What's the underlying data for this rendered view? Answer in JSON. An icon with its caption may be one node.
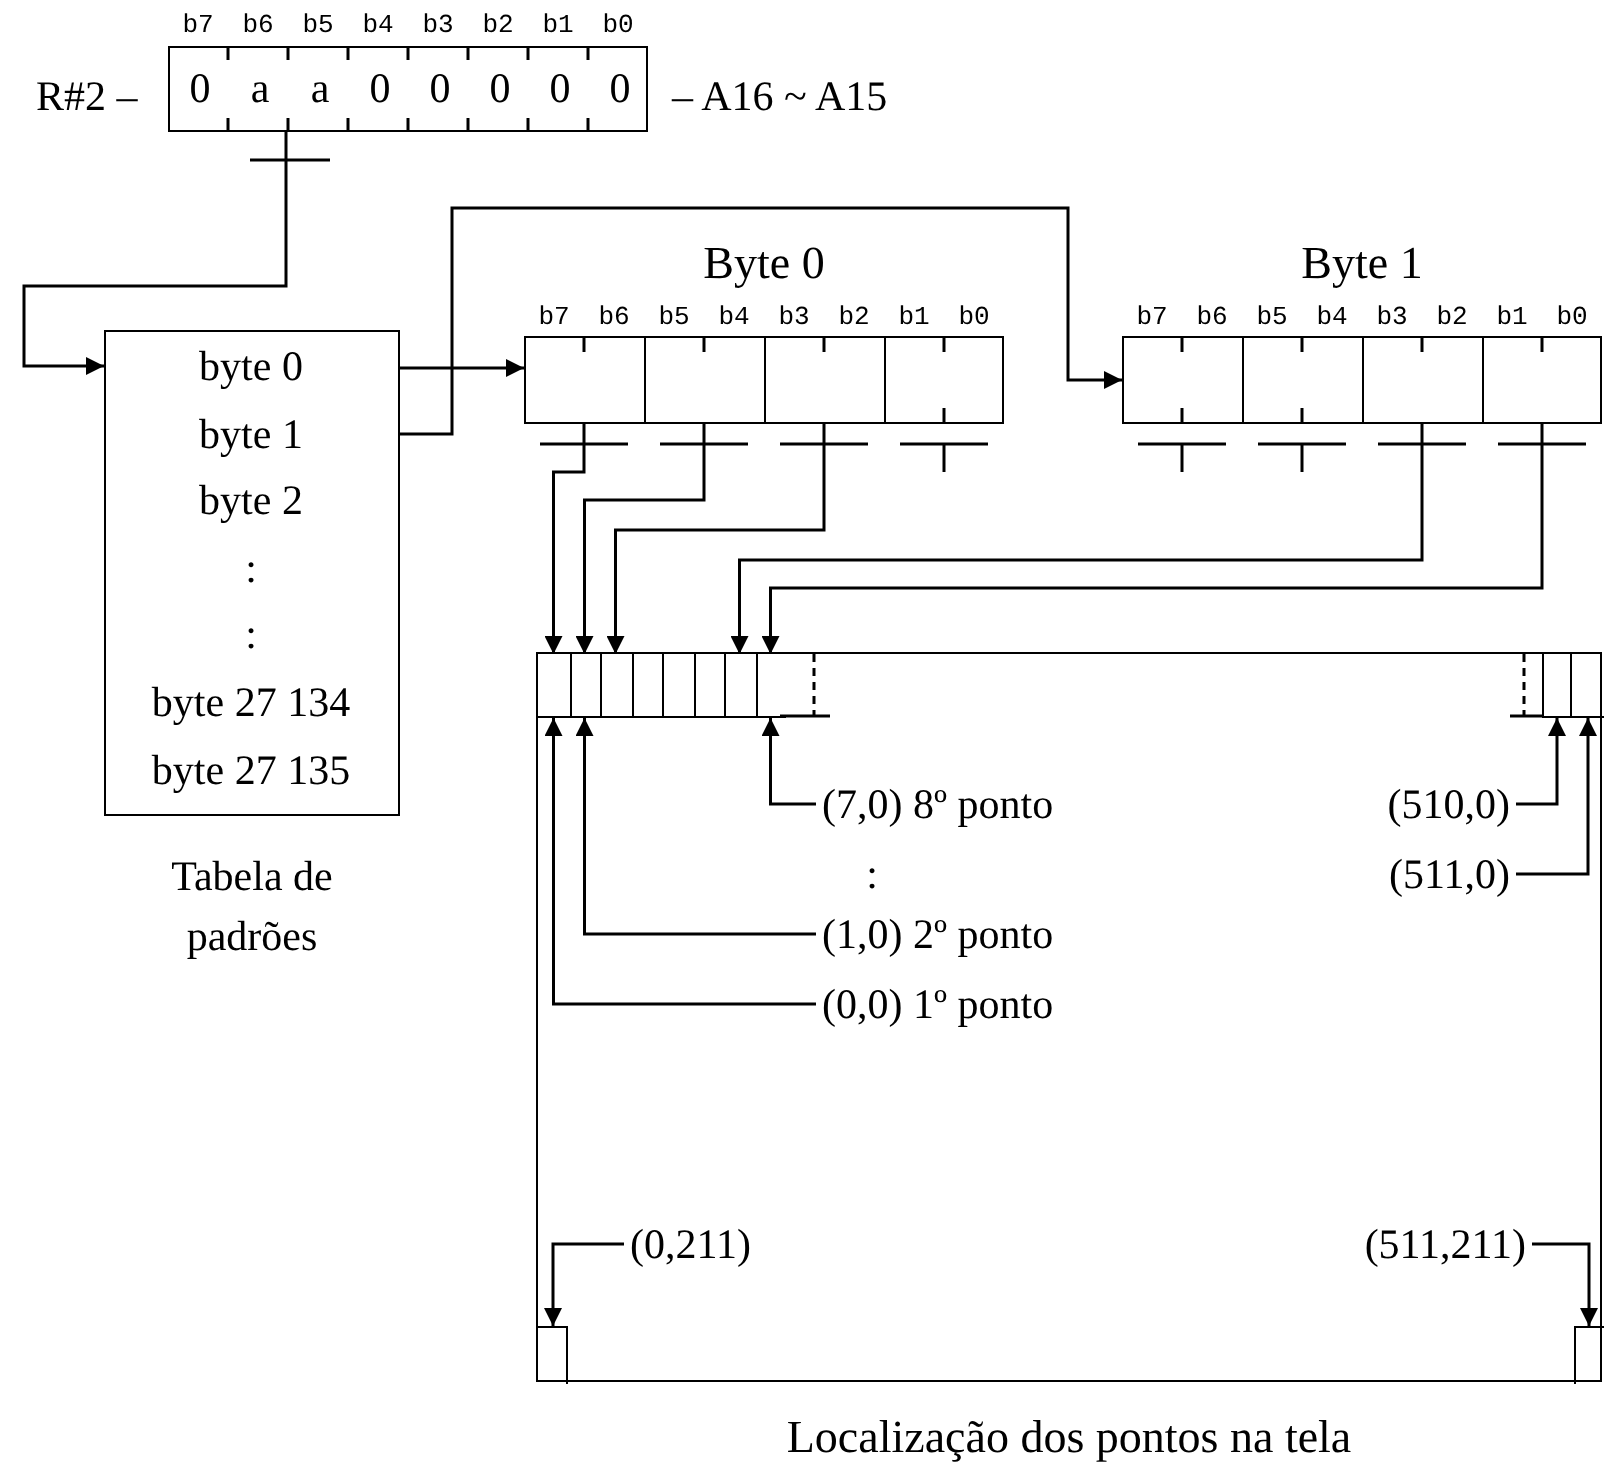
{
  "diagram": {
    "nodes": [
      {
        "text": [
          "0",
          "a",
          "a",
          "0",
          "0",
          "0",
          "0",
          "0"
        ],
        "beside": [
          "b7",
          "b6",
          "b5",
          "b4",
          "b3",
          "b2",
          "b1",
          "b0",
          "R#2 –",
          "– A16 ~ A15"
        ]
      },
      {
        "text": [
          "byte 0",
          "byte 1",
          "byte 2",
          ":",
          ":",
          "byte 27 134",
          "byte 27 135"
        ],
        "beside": [
          "Tabela de padrões"
        ]
      },
      {
        "text": [
          "Byte 0"
        ],
        "beside": [
          "b7",
          "b6",
          "b5",
          "b4",
          "b3",
          "b2",
          "b1",
          "b0"
        ]
      },
      {
        "text": [],
        "shape": "box",
        "in": 2
      },
      {
        "text": [],
        "shape": "box",
        "in": 2
      },
      {
        "text": [],
        "shape": "box",
        "in": 2
      },
      {
        "text": [],
        "shape": "box",
        "in": 2
      },
      {
        "text": [
          "Byte 1"
        ],
        "beside": [
          "b7",
          "b6",
          "b5",
          "b4",
          "b3",
          "b2",
          "b1",
          "b0"
        ]
      },
      {
        "text": [],
        "shape": "box",
        "in": 7
      },
      {
        "text": [],
        "shape": "box",
        "in": 7
      },
      {
        "text": [],
        "shape": "box",
        "in": 7
      },
      {
        "text": [],
        "shape": "box",
        "in": 7
      },
      {
        "text": [],
        "shape": "box",
        "beside": [
          "Localização dos pontos na tela"
        ]
      },
      {
        "text": [],
        "shape": "box",
        "in": 12
      },
      {
        "text": [],
        "shape": "box",
        "in": 12
      },
      {
        "text": [],
        "shape": "box",
        "in": 12
      },
      {
        "text": [],
        "shape": "box",
        "in": 12
      },
      {
        "text": [],
        "shape": "box",
        "in": 12
      },
      {
        "text": [],
        "shape": "box",
        "in": 12
      },
      {
        "text": [],
        "shape": "box",
        "in": 12
      },
      {
        "text": [],
        "shape": "box",
        "in": 12
      },
      {
        "text": [],
        "shape": "box",
        "in": 12
      },
      {
        "text": [],
        "shape": "box",
        "in": 12
      },
      {
        "text": [],
        "shape": "box",
        "in": 12
      },
      {
        "text": [],
        "shape": "box",
        "in": 12
      },
      {
        "text": [
          "(7,0) 8º ponto"
        ],
        "in": 12
      },
      {
        "text": [
          "(1,0) 2º ponto"
        ],
        "in": 12
      },
      {
        "text": [
          "(0,0) 1º ponto"
        ],
        "in": 12
      },
      {
        "text": [
          "(510,0)"
        ],
        "in": 12
      },
      {
        "text": [
          "(511,0)"
        ],
        "in": 12
      },
      {
        "text": [
          "(0,211)"
        ],
        "in": 12
      },
      {
        "text": [
          "(511,211)"
        ],
        "in": 12
      }
    ],
    "edges": [
      {
        "from": 0,
        "to": 1,
        "arrow": "to"
      },
      {
        "from": 1,
        "to": 2,
        "arrow": "to"
      },
      {
        "from": 1,
        "to": 7,
        "arrow": "to"
      },
      {
        "from": 3,
        "to": 13,
        "arrow": "to"
      },
      {
        "from": 4,
        "to": 14,
        "arrow": "to"
      },
      {
        "from": 5,
        "to": 15,
        "arrow": "to"
      },
      {
        "from": 10,
        "to": 19,
        "arrow": "to"
      },
      {
        "from": 11,
        "to": 20,
        "arrow": "to"
      },
      {
        "from": 25,
        "to": 20,
        "arrow": "to"
      },
      {
        "from": 26,
        "to": 14,
        "arrow": "to"
      },
      {
        "from": 27,
        "to": 13,
        "arrow": "to"
      },
      {
        "from": 28,
        "to": 21,
        "arrow": "to"
      },
      {
        "from": 29,
        "to": 22,
        "arrow": "to"
      },
      {
        "from": 30,
        "to": 23,
        "arrow": "to"
      },
      {
        "from": 31,
        "to": 24,
        "arrow": "to"
      }
    ],
    "labels": [
      ":"
    ]
  }
}
